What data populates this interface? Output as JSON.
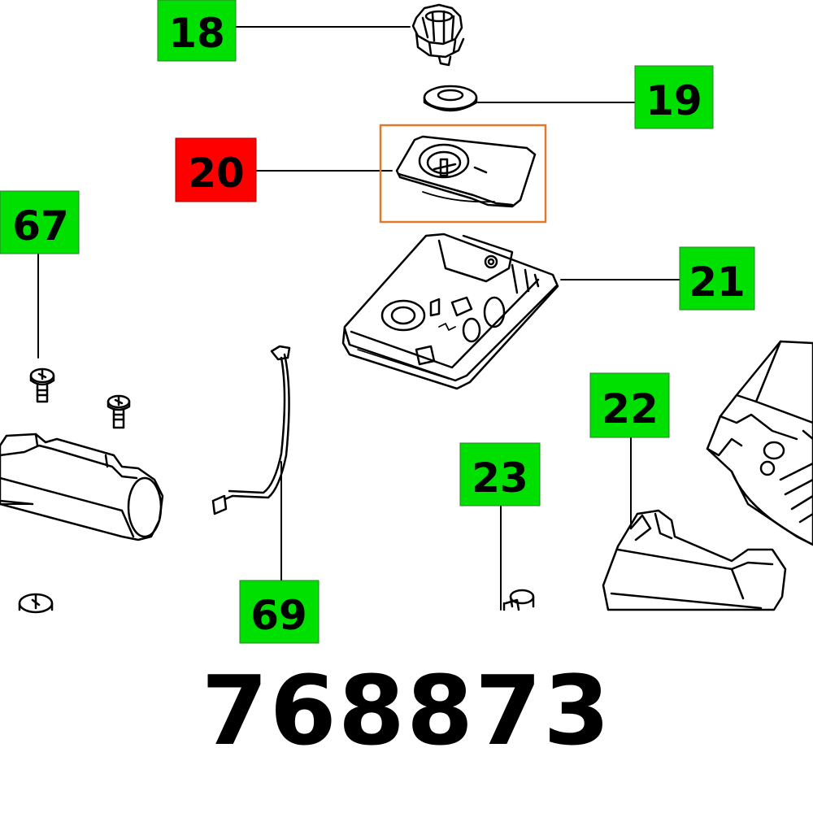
{
  "diagram": {
    "callouts": [
      {
        "id": "c18",
        "label": "18",
        "color": "#00e000",
        "highlighted": false
      },
      {
        "id": "c19",
        "label": "19",
        "color": "#00e000",
        "highlighted": false
      },
      {
        "id": "c20",
        "label": "20",
        "color": "#ff0000",
        "highlighted": true
      },
      {
        "id": "c67",
        "label": "67",
        "color": "#00e000",
        "highlighted": false
      },
      {
        "id": "c21",
        "label": "21",
        "color": "#00e000",
        "highlighted": false
      },
      {
        "id": "c22",
        "label": "22",
        "color": "#00e000",
        "highlighted": false
      },
      {
        "id": "c23",
        "label": "23",
        "color": "#00e000",
        "highlighted": false
      },
      {
        "id": "c69",
        "label": "69",
        "color": "#00e000",
        "highlighted": false
      }
    ],
    "highlight_box_color": "#e07a2a"
  },
  "part_number": "768873"
}
